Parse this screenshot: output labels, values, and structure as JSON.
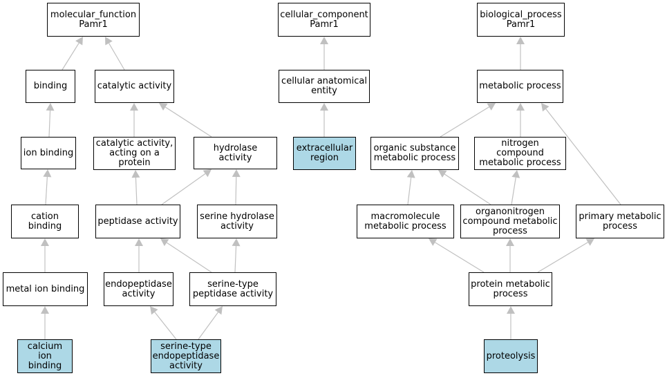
{
  "colors": {
    "highlight": "#add8e6",
    "edge": "#c0c0c0",
    "node_border": "#000000"
  },
  "nodes": [
    {
      "id": "mf",
      "label": "molecular_function\nPamr1",
      "highlight": false
    },
    {
      "id": "binding",
      "label": "binding",
      "highlight": false
    },
    {
      "id": "catalytic",
      "label": "catalytic activity",
      "highlight": false
    },
    {
      "id": "ionbinding",
      "label": "ion binding",
      "highlight": false
    },
    {
      "id": "catprotein",
      "label": "catalytic activity,\nacting on a\nprotein",
      "highlight": false
    },
    {
      "id": "hydrolase",
      "label": "hydrolase activity",
      "highlight": false
    },
    {
      "id": "cation",
      "label": "cation binding",
      "highlight": false
    },
    {
      "id": "peptidase",
      "label": "peptidase activity",
      "highlight": false
    },
    {
      "id": "serhydrolase",
      "label": "serine hydrolase\nactivity",
      "highlight": false
    },
    {
      "id": "metalion",
      "label": "metal ion binding",
      "highlight": false
    },
    {
      "id": "endopep",
      "label": "endopeptidase\nactivity",
      "highlight": false
    },
    {
      "id": "serpep",
      "label": "serine-type\npeptidase activity",
      "highlight": false
    },
    {
      "id": "calcium",
      "label": "calcium ion\nbinding",
      "highlight": true
    },
    {
      "id": "serendo",
      "label": "serine-type\nendopeptidase\nactivity",
      "highlight": true
    },
    {
      "id": "cc",
      "label": "cellular_component\nPamr1",
      "highlight": false
    },
    {
      "id": "cae",
      "label": "cellular anatomical\nentity",
      "highlight": false
    },
    {
      "id": "extra",
      "label": "extracellular\nregion",
      "highlight": true
    },
    {
      "id": "bp",
      "label": "biological_process\nPamr1",
      "highlight": false
    },
    {
      "id": "metabolic",
      "label": "metabolic process",
      "highlight": false
    },
    {
      "id": "orgsub",
      "label": "organic substance\nmetabolic process",
      "highlight": false
    },
    {
      "id": "nitrogen",
      "label": "nitrogen compound\nmetabolic process",
      "highlight": false
    },
    {
      "id": "macro",
      "label": "macromolecule\nmetabolic process",
      "highlight": false
    },
    {
      "id": "organonit",
      "label": "organonitrogen\ncompound metabolic\nprocess",
      "highlight": false
    },
    {
      "id": "primary",
      "label": "primary metabolic\nprocess",
      "highlight": false
    },
    {
      "id": "protmeta",
      "label": "protein metabolic\nprocess",
      "highlight": false
    },
    {
      "id": "proteolysis",
      "label": "proteolysis",
      "highlight": true
    }
  ],
  "edges": [
    {
      "from": "binding",
      "to": "mf"
    },
    {
      "from": "catalytic",
      "to": "mf"
    },
    {
      "from": "ionbinding",
      "to": "binding"
    },
    {
      "from": "cation",
      "to": "ionbinding"
    },
    {
      "from": "metalion",
      "to": "cation"
    },
    {
      "from": "calcium",
      "to": "metalion"
    },
    {
      "from": "catprotein",
      "to": "catalytic"
    },
    {
      "from": "hydrolase",
      "to": "catalytic"
    },
    {
      "from": "peptidase",
      "to": "catprotein"
    },
    {
      "from": "peptidase",
      "to": "hydrolase"
    },
    {
      "from": "serhydrolase",
      "to": "hydrolase"
    },
    {
      "from": "endopep",
      "to": "peptidase"
    },
    {
      "from": "serpep",
      "to": "peptidase"
    },
    {
      "from": "serpep",
      "to": "serhydrolase"
    },
    {
      "from": "serendo",
      "to": "endopep"
    },
    {
      "from": "serendo",
      "to": "serpep"
    },
    {
      "from": "cae",
      "to": "cc"
    },
    {
      "from": "extra",
      "to": "cae"
    },
    {
      "from": "metabolic",
      "to": "bp"
    },
    {
      "from": "orgsub",
      "to": "metabolic"
    },
    {
      "from": "nitrogen",
      "to": "metabolic"
    },
    {
      "from": "primary",
      "to": "metabolic"
    },
    {
      "from": "macro",
      "to": "orgsub"
    },
    {
      "from": "organonit",
      "to": "orgsub"
    },
    {
      "from": "organonit",
      "to": "nitrogen"
    },
    {
      "from": "protmeta",
      "to": "macro"
    },
    {
      "from": "protmeta",
      "to": "organonit"
    },
    {
      "from": "protmeta",
      "to": "primary"
    },
    {
      "from": "proteolysis",
      "to": "protmeta"
    }
  ]
}
